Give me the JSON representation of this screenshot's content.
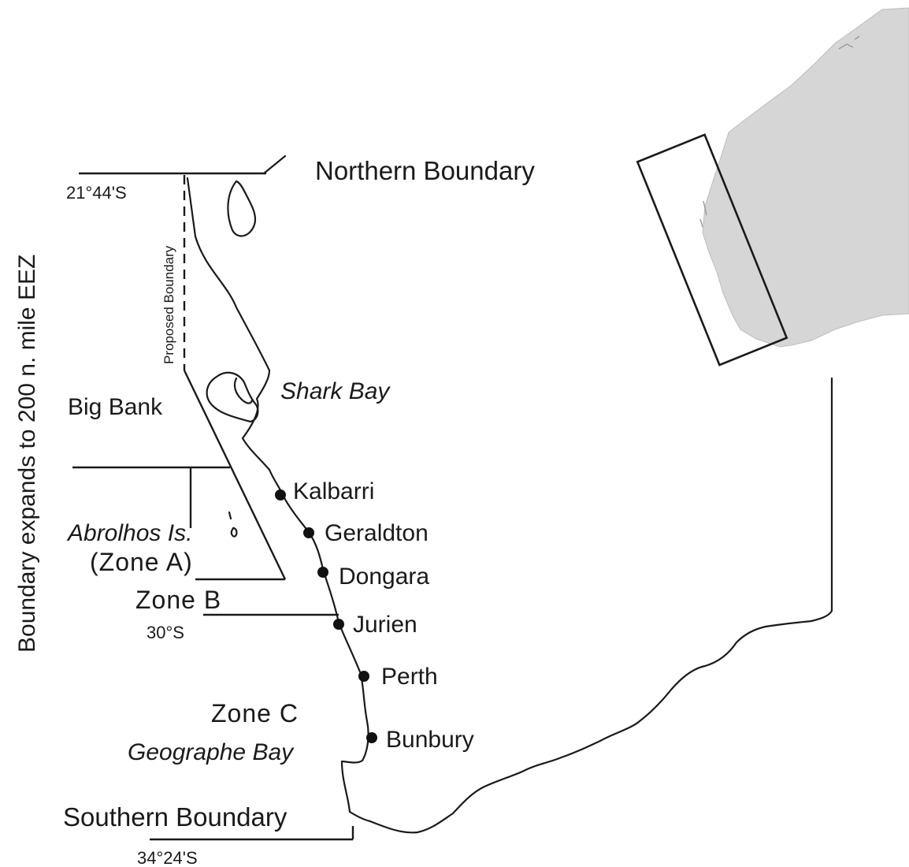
{
  "labels": {
    "northern_boundary": "Northern Boundary",
    "southern_boundary": "Southern Boundary",
    "eez_note": "Boundary expands to 200 n. mile EEZ",
    "proposed_boundary": "Proposed Boundary",
    "shark_bay": "Shark Bay",
    "big_bank": "Big Bank",
    "abrolhos": "Abrolhos Is.",
    "zone_a": "(Zone A)",
    "zone_b": "Zone B",
    "zone_c": "Zone C",
    "geographe_bay": "Geographe Bay"
  },
  "latitudes": {
    "north": "21°44'S",
    "mid": "30°S",
    "south": "34°24'S"
  },
  "towns": [
    {
      "name": "Kalbarri"
    },
    {
      "name": "Geraldton"
    },
    {
      "name": "Dongara"
    },
    {
      "name": "Jurien"
    },
    {
      "name": "Perth"
    },
    {
      "name": "Bunbury"
    }
  ],
  "colors": {
    "land_inset": "#d6d6d6",
    "ink": "#1a1a1a"
  }
}
